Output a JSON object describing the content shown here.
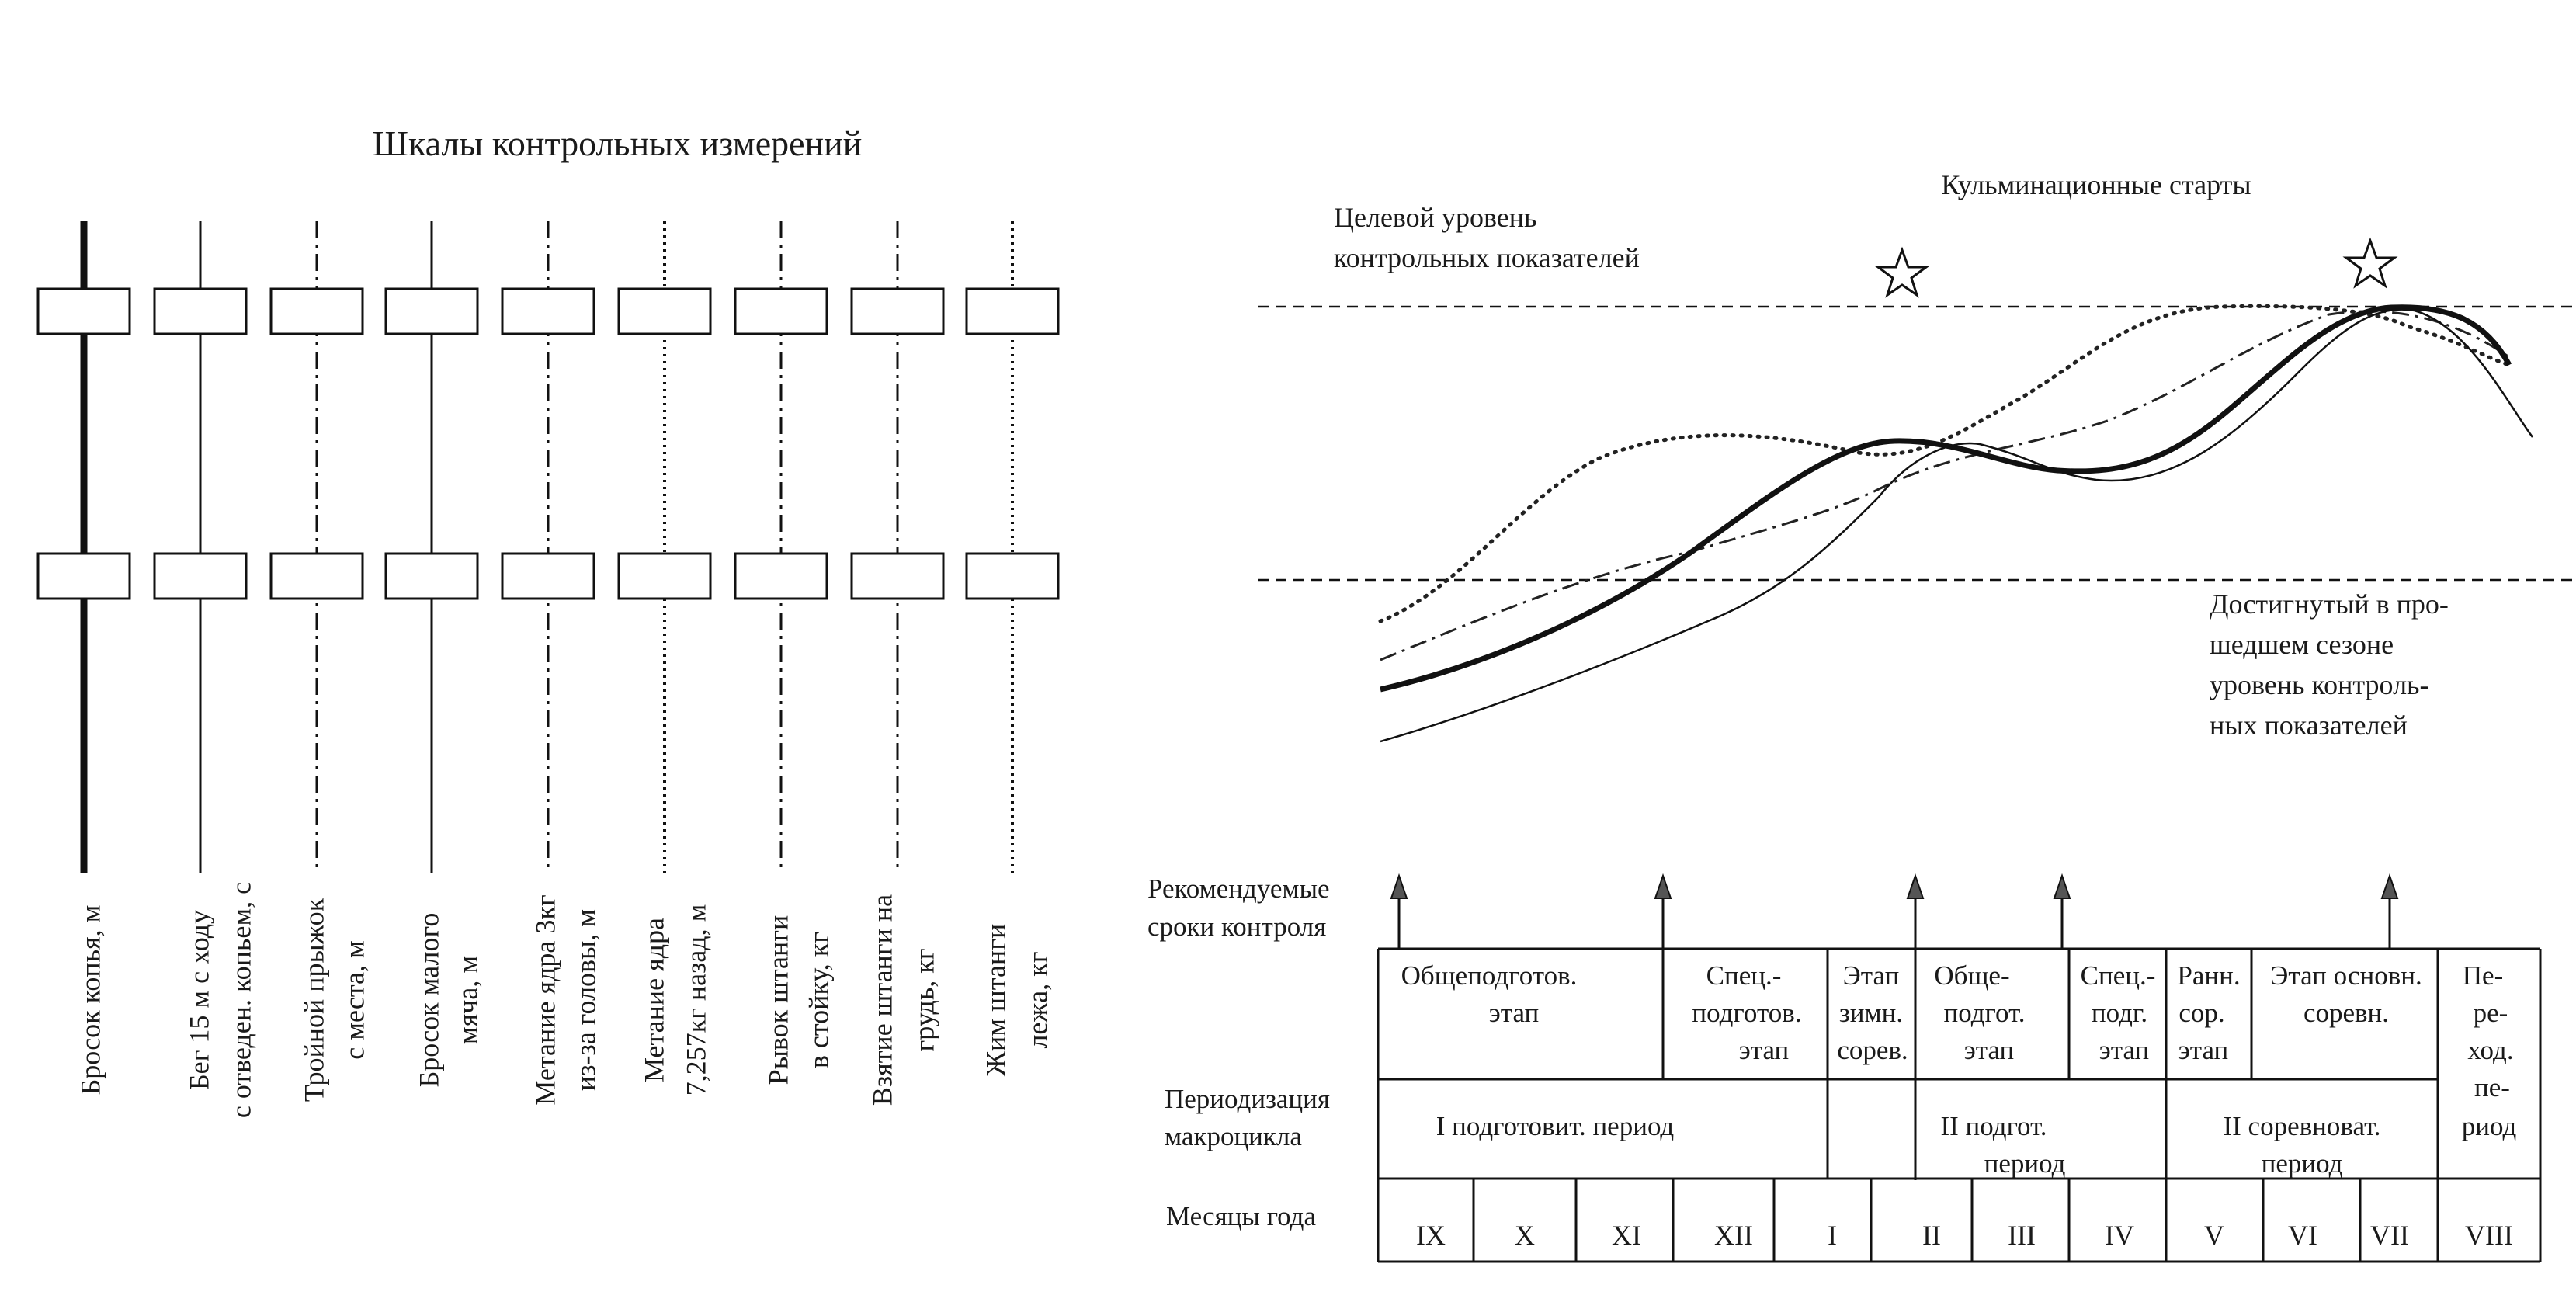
{
  "left_panel": {
    "title": "Шкалы контрольных измерений",
    "scales": [
      {
        "style": "thick",
        "label_lines": [
          "Бросок копья, м"
        ]
      },
      {
        "style": "solid",
        "label_lines": [
          "Бег 15 м с ходу",
          "с отведен. копьем, с"
        ]
      },
      {
        "style": "dashdot",
        "label_lines": [
          "Тройной прыжок",
          "с места, м"
        ]
      },
      {
        "style": "solid",
        "label_lines": [
          "Бросок  малого",
          "мяча, м"
        ]
      },
      {
        "style": "dashdot",
        "label_lines": [
          "Метание ядра 3кг",
          "из-за головы, м"
        ]
      },
      {
        "style": "dotted",
        "label_lines": [
          "Метание ядра",
          "7,257кг назад, м"
        ]
      },
      {
        "style": "dashdot",
        "label_lines": [
          "Рывок штанги",
          "в стойку, кг"
        ]
      },
      {
        "style": "dashdot",
        "label_lines": [
          "Взятие штанги на",
          "грудь, кг"
        ]
      },
      {
        "style": "dotted",
        "label_lines": [
          "Жим штанги",
          "лежа, кг"
        ]
      }
    ]
  },
  "right_panel": {
    "culmination_label": "Кульминационные старты",
    "target_label_lines": [
      "Целевой уровень",
      "контрольных показателей"
    ],
    "achieved_label_lines": [
      "Достигнутый в про-",
      "шедшем сезоне",
      "уровень контроль-",
      "ных показателей"
    ],
    "control_label_lines": [
      "Рекомендуемые",
      "сроки контроля"
    ],
    "periodization_label_lines": [
      "Периодизация",
      "макроцикла"
    ],
    "months_label": "Месяцы года",
    "months": [
      "IX",
      "X",
      "XI",
      "XII",
      "I",
      "II",
      "III",
      "IV",
      "V",
      "VI",
      "VII",
      "VIII"
    ],
    "stages": [
      {
        "lines": [
          "Общеподготов.",
          "этап"
        ]
      },
      {
        "lines": [
          "Спец.-",
          "подготов.",
          "этап"
        ]
      },
      {
        "lines": [
          "Этап",
          "зимн.",
          "сорев."
        ]
      },
      {
        "lines": [
          "Обще-",
          "подгот.",
          "этап"
        ]
      },
      {
        "lines": [
          "Спец.-",
          "подг.",
          "этап"
        ]
      },
      {
        "lines": [
          "Ранн.",
          "сор.",
          "этап"
        ]
      },
      {
        "lines": [
          "Этап основн.",
          "соревн."
        ]
      },
      {
        "lines": [
          "Пе-",
          "ре-",
          "ход.",
          "пе-",
          "риод"
        ]
      }
    ],
    "periods": [
      {
        "lines": [
          "I подготовит. период"
        ]
      },
      {
        "lines": [
          "II подгот.",
          "период"
        ]
      },
      {
        "lines": [
          "II соревноват.",
          "период"
        ]
      }
    ]
  }
}
